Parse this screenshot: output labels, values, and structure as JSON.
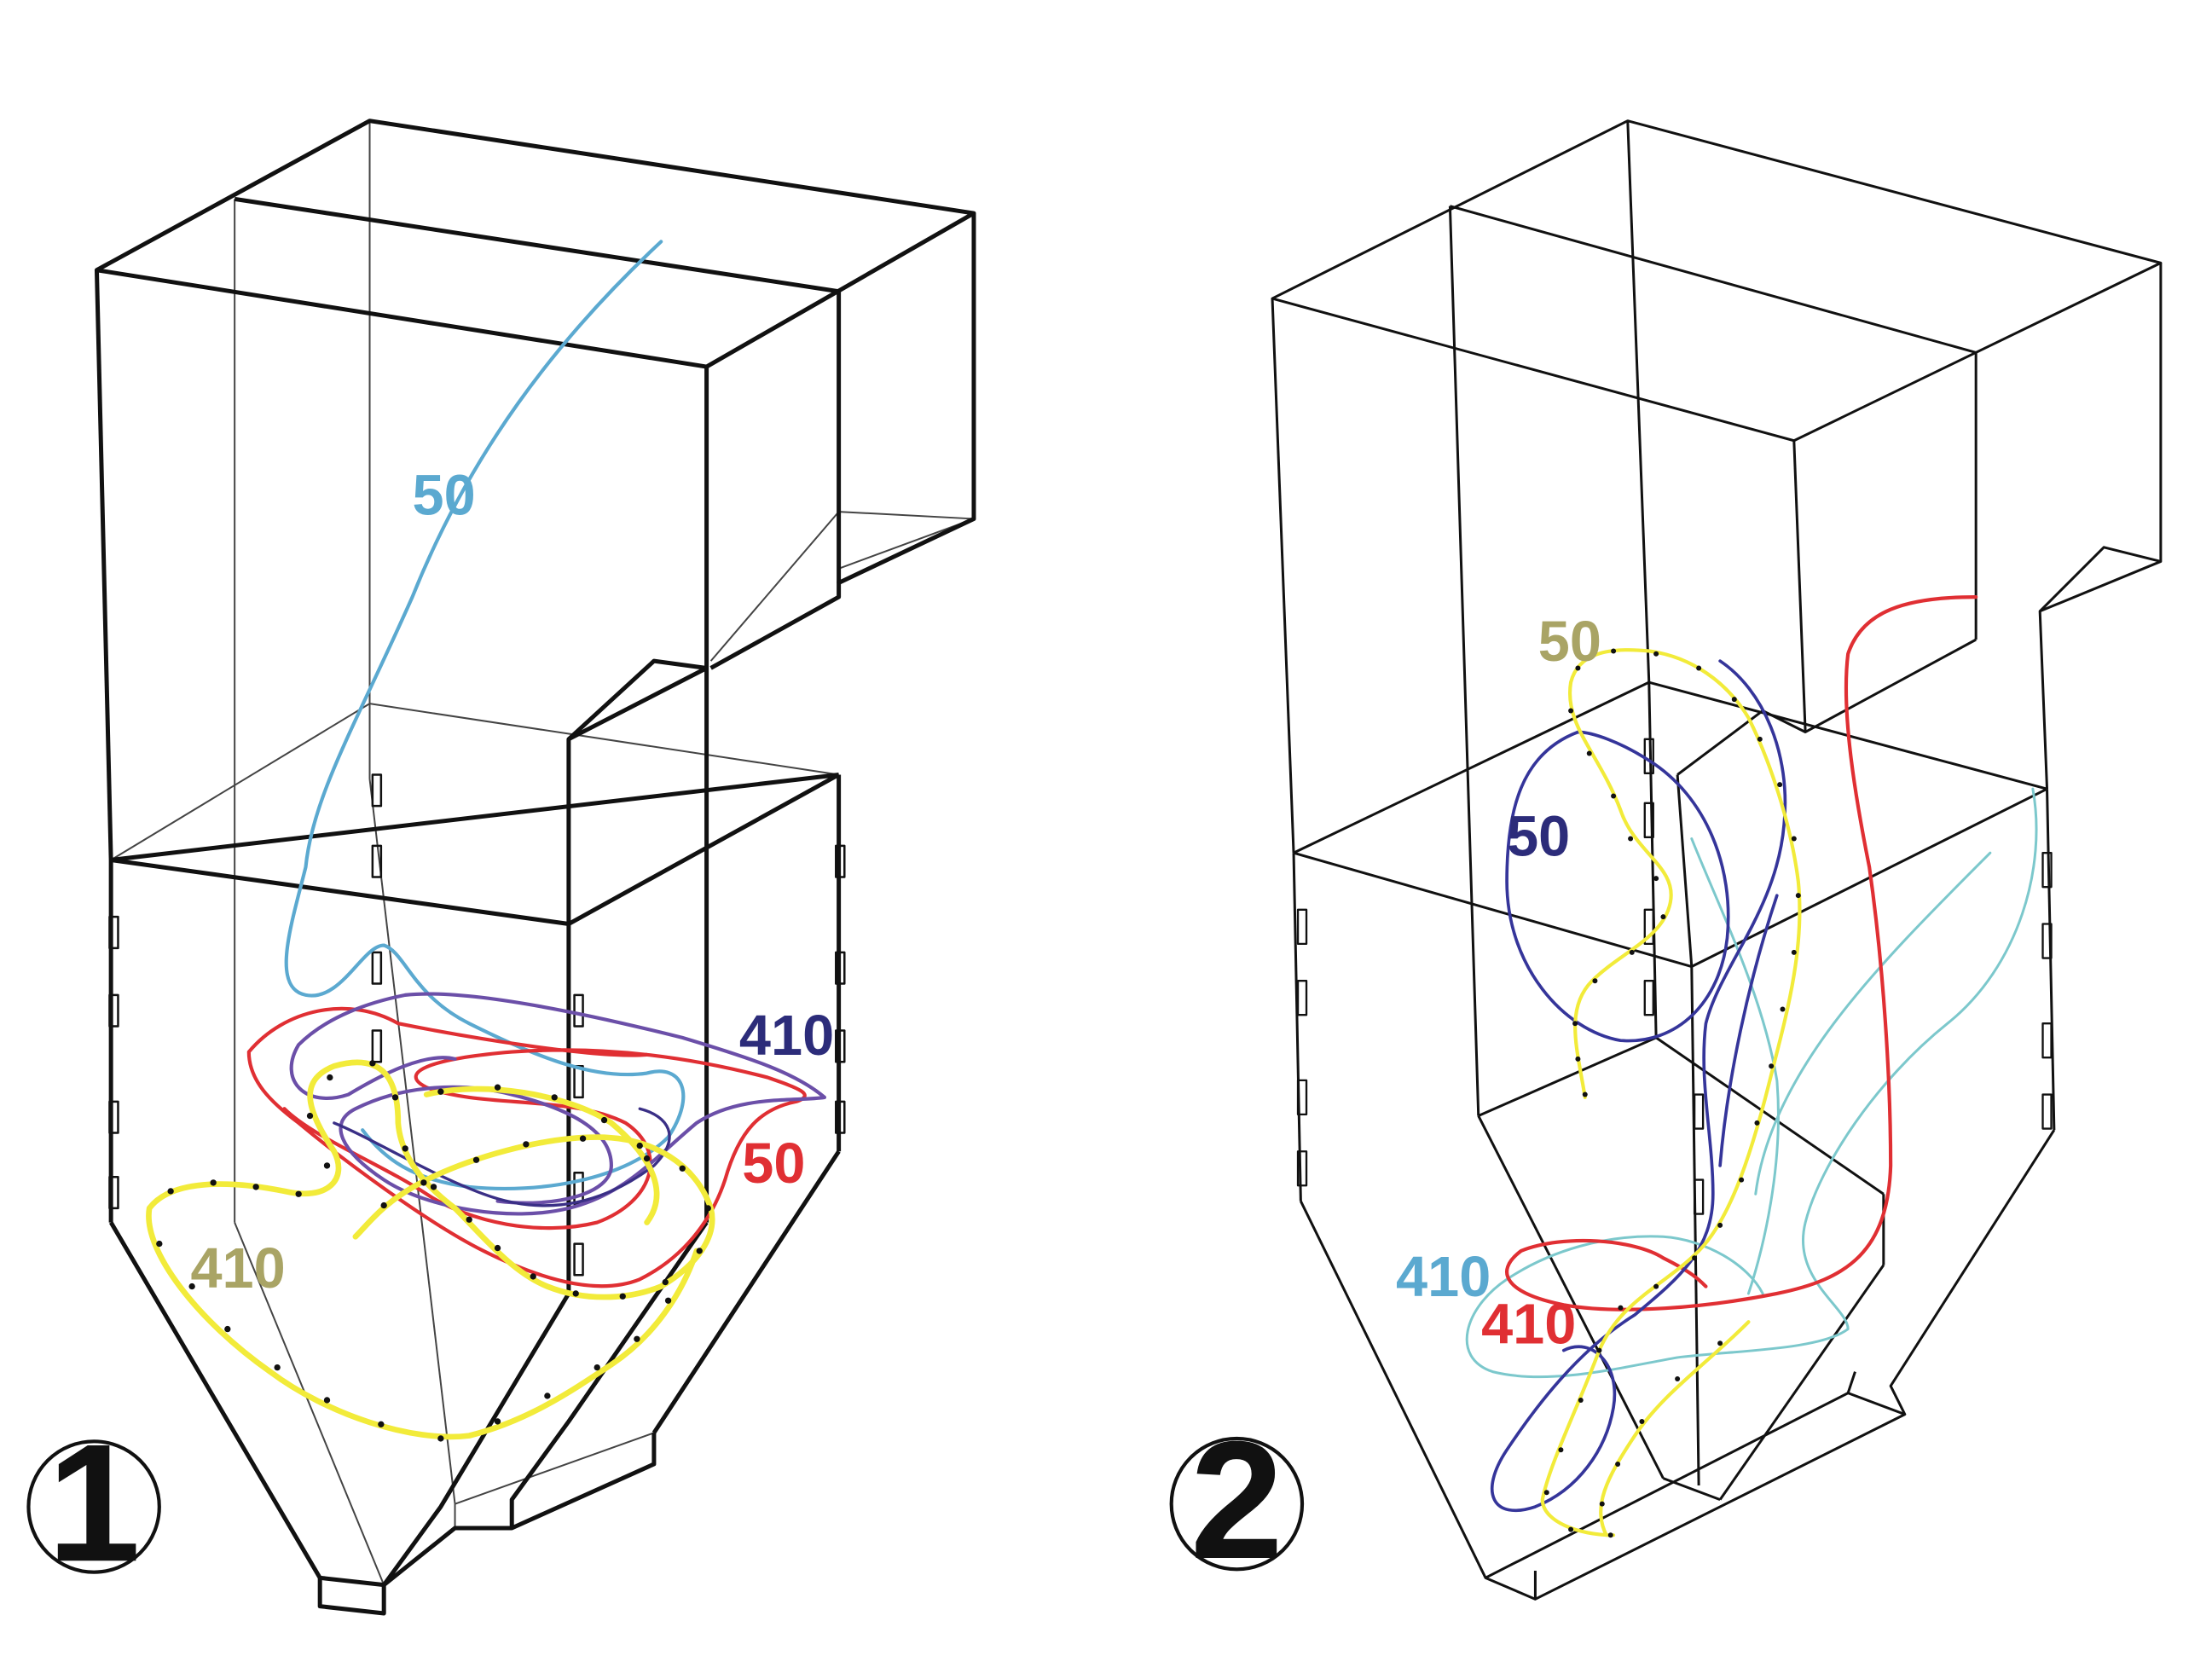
{
  "colors": {
    "structure": "#111111",
    "light_blue": "#5ba9d0",
    "red": "#e02f33",
    "purple": "#6b4fa8",
    "navy": "#2c2c7a",
    "yellow": "#f2eb3a",
    "olive": "#a9a465",
    "cyan": "#7cc8cc"
  },
  "figure1": {
    "number": "1",
    "labels": [
      {
        "text": "50",
        "color": "#5ba9d0"
      },
      {
        "text": "410",
        "color": "#2c2c7a"
      },
      {
        "text": "50",
        "color": "#e02f33"
      },
      {
        "text": "410",
        "color": "#a9a465"
      }
    ]
  },
  "figure2": {
    "number": "2",
    "labels": [
      {
        "text": "50",
        "color": "#a9a465"
      },
      {
        "text": "50",
        "color": "#2c2c7a"
      },
      {
        "text": "410",
        "color": "#5ba9d0"
      },
      {
        "text": "410",
        "color": "#e02f33"
      }
    ]
  }
}
